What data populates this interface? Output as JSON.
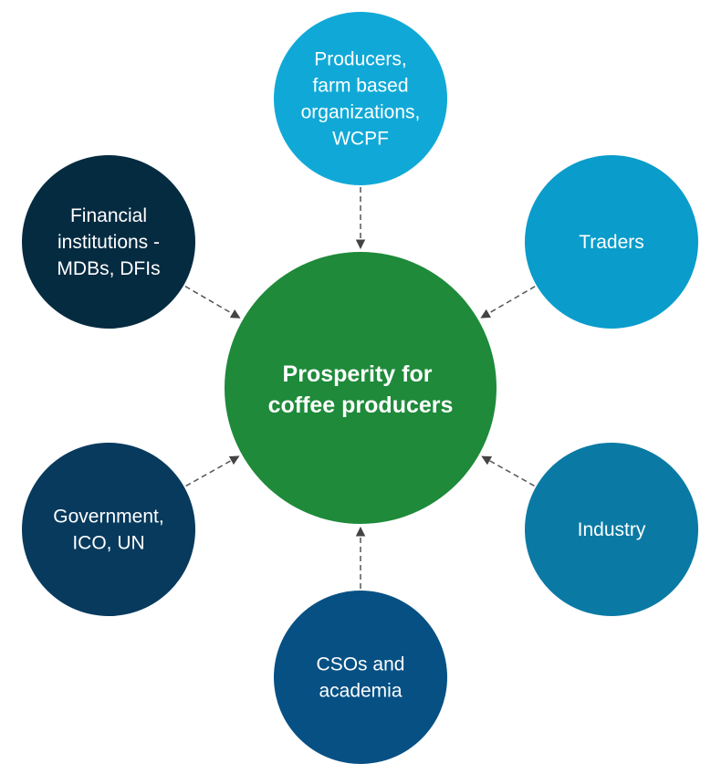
{
  "center": {
    "lines": [
      "Prosperity for",
      "coffee producers"
    ],
    "color": "#1e8a3a"
  },
  "nodes": [
    {
      "id": "producers",
      "lines": [
        "Producers,",
        "farm based",
        "organizations,",
        "WCPF"
      ],
      "color": "#10a9d7"
    },
    {
      "id": "traders",
      "lines": [
        "Traders"
      ],
      "color": "#0a9ccb"
    },
    {
      "id": "industry",
      "lines": [
        "Industry"
      ],
      "color": "#0a7aa4"
    },
    {
      "id": "csos",
      "lines": [
        "CSOs and",
        "academia"
      ],
      "color": "#065084"
    },
    {
      "id": "government",
      "lines": [
        "Government,",
        "ICO, UN"
      ],
      "color": "#073a5d"
    },
    {
      "id": "financial",
      "lines": [
        "Financial",
        "institutions -",
        "MDBs, DFIs"
      ],
      "color": "#052b41"
    }
  ]
}
